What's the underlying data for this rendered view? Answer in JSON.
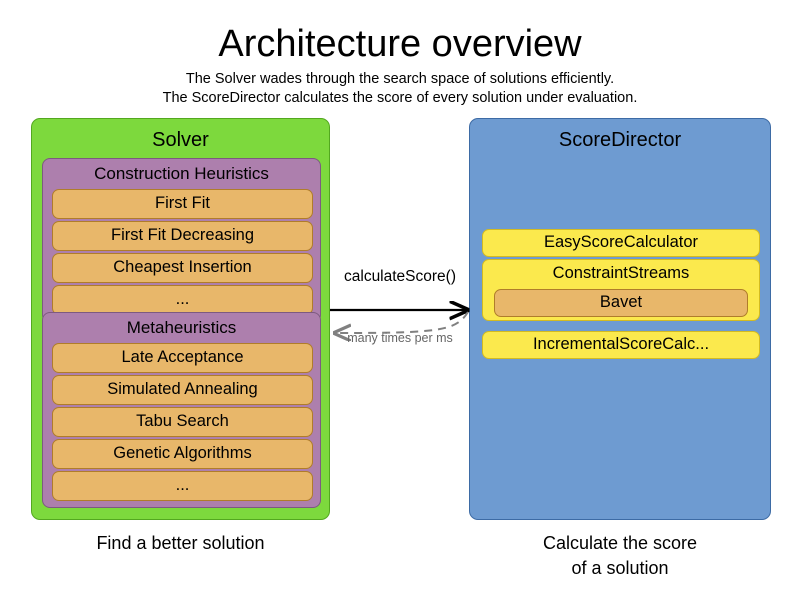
{
  "header": {
    "title": "Architecture overview",
    "subtitle_line_1": "The Solver wades through the search space of solutions efficiently.",
    "subtitle_line_2": "The ScoreDirector calculates the score of every solution under evaluation."
  },
  "colors": {
    "solver_panel": "#7DD93D",
    "scoredirector_panel": "#6E9BD1",
    "group_box": "#AD7FAD",
    "item_box": "#E8B76A",
    "yellow_box": "#FBE94D",
    "dashed_arrow": "#808080",
    "background": "#FFFFFF"
  },
  "solver": {
    "title": "Solver",
    "caption": "Find a better solution",
    "groups": [
      {
        "title": "Construction Heuristics",
        "items": [
          "First Fit",
          "First Fit Decreasing",
          "Cheapest Insertion",
          "..."
        ]
      },
      {
        "title": "Metaheuristics",
        "items": [
          "Late Acceptance",
          "Simulated Annealing",
          "Tabu Search",
          "Genetic Algorithms",
          "..."
        ]
      }
    ]
  },
  "scoredirector": {
    "title": "ScoreDirector",
    "caption_line_1": "Calculate the score",
    "caption_line_2": "of a solution",
    "boxes": {
      "easy": "EasyScoreCalculator",
      "constraint_streams": "ConstraintStreams",
      "bavet": "Bavet",
      "incremental": "IncrementalScoreCalc..."
    }
  },
  "arrows": {
    "forward_label": "calculateScore()",
    "return_label": "many times per ms"
  }
}
